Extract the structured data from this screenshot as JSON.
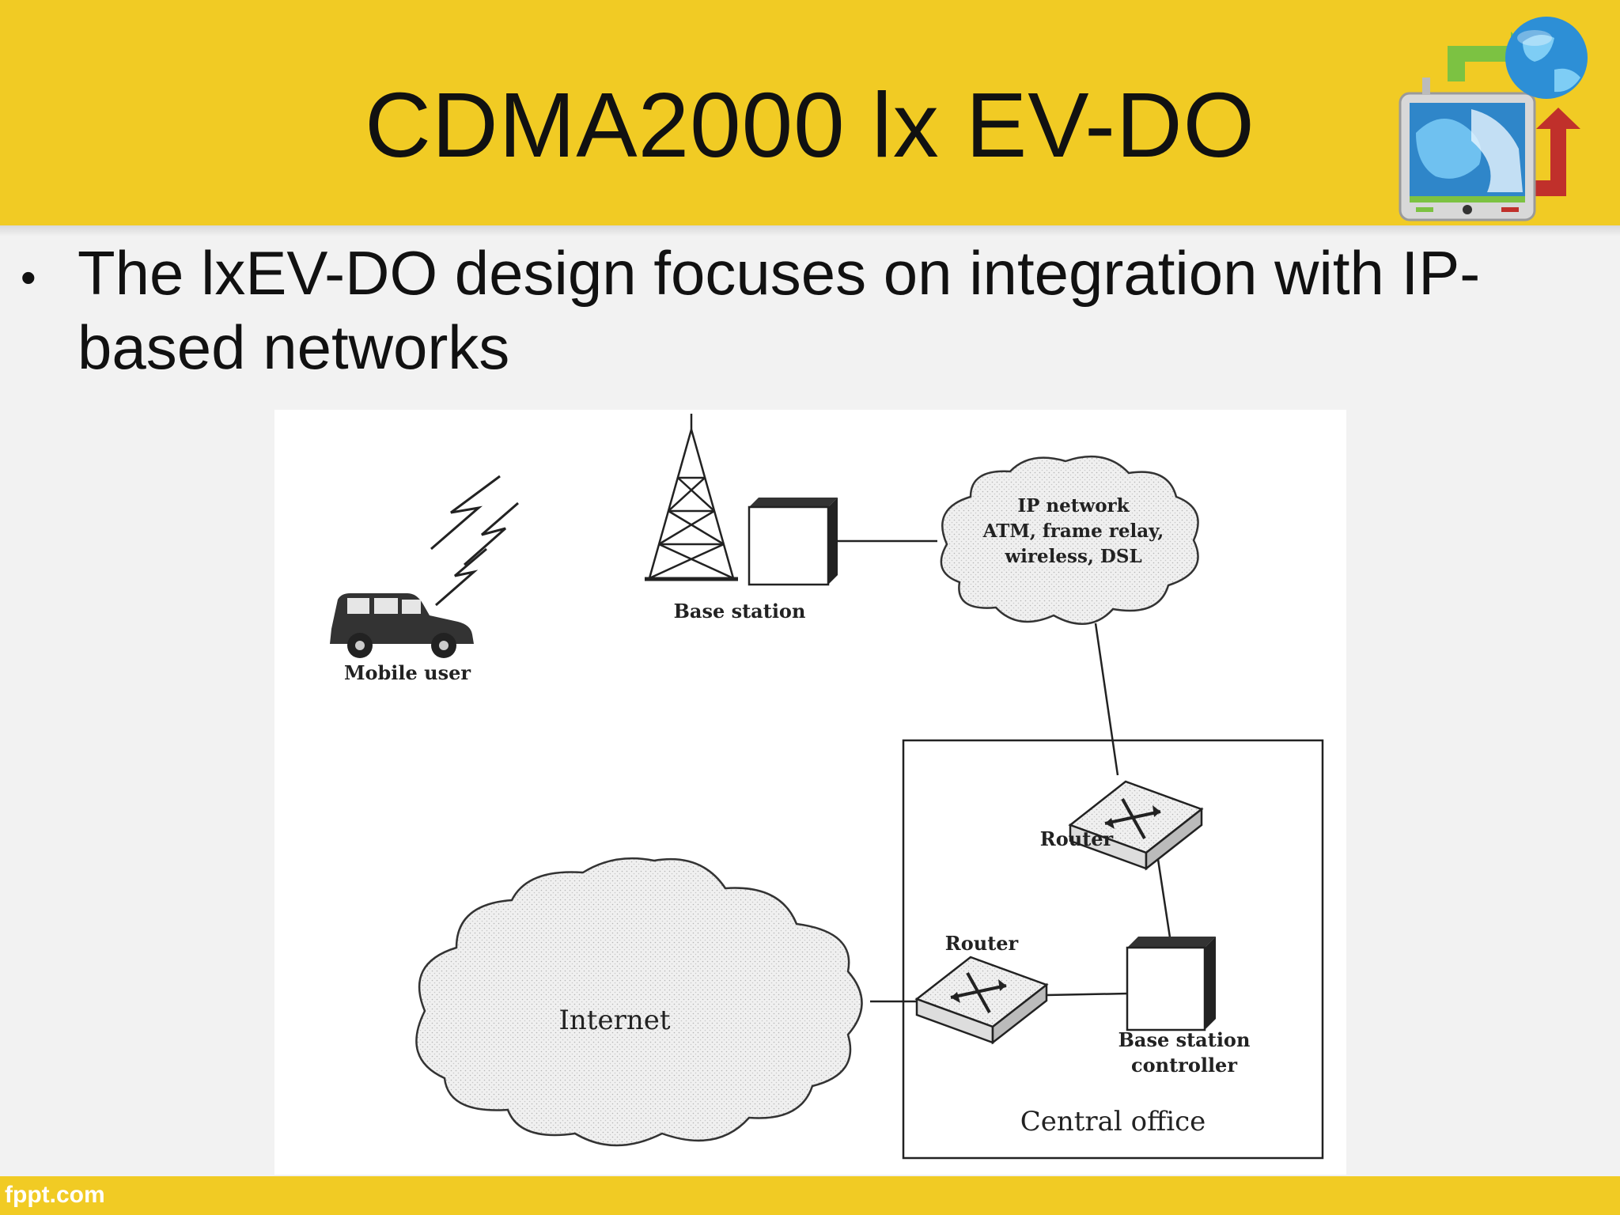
{
  "slide": {
    "title": "CDMA2000 lx EV-DO",
    "bullet": "The lxEV-DO design focuses on integration with IP-based networks",
    "footer": "fppt.com"
  },
  "diagram": {
    "mobile_user": "Mobile user",
    "base_station": "Base station",
    "ip_network_line1": "IP network",
    "ip_network_line2": "ATM, frame relay,",
    "ip_network_line3": "wireless, DSL",
    "router_top": "Router",
    "router_bottom": "Router",
    "internet": "Internet",
    "bsc_line1": "Base station",
    "bsc_line2": "controller",
    "central_office": "Central office"
  },
  "colors": {
    "accent_yellow": "#f1cb24",
    "background": "#f2f2f2",
    "text": "#111111"
  }
}
